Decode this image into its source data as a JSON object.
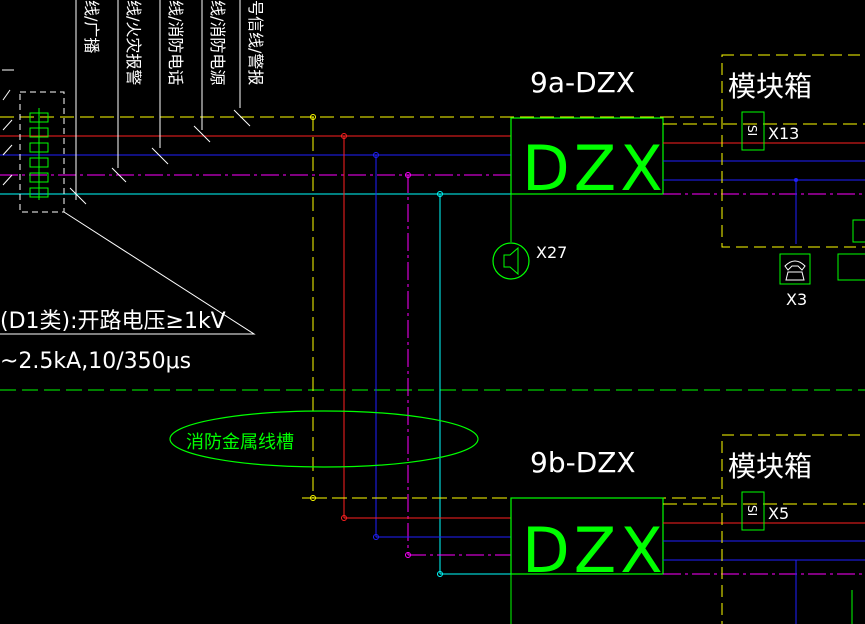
{
  "colors": {
    "background": "#000000",
    "green": "#00ff00",
    "yellow": "#ffff00",
    "red": "#ff2020",
    "blue": "#2020ff",
    "magenta": "#ff00ff",
    "cyan": "#00ffff",
    "white": "#ffffff"
  },
  "panels": {
    "upper": {
      "title": "9a-DZX",
      "box_label": "DZX",
      "module_box_label": "模块箱",
      "module_tag": "X13",
      "module_symbol": "SI",
      "speaker_tag": "X27",
      "phone_tag": "X3"
    },
    "lower": {
      "title": "9b-DZX",
      "box_label": "DZX",
      "module_box_label": "模块箱",
      "module_tag": "X5",
      "module_symbol": "SI"
    }
  },
  "spec_notes": {
    "line1": "(D1类):开路电压≥1kV",
    "line2": "~2.5kA,10/350μs"
  },
  "tray_label": "消防金属线槽",
  "cable_labels": [
    "线/广播",
    "线/火灾报警",
    "线/消防电话",
    "线/消防电源",
    "号信线/警报"
  ]
}
